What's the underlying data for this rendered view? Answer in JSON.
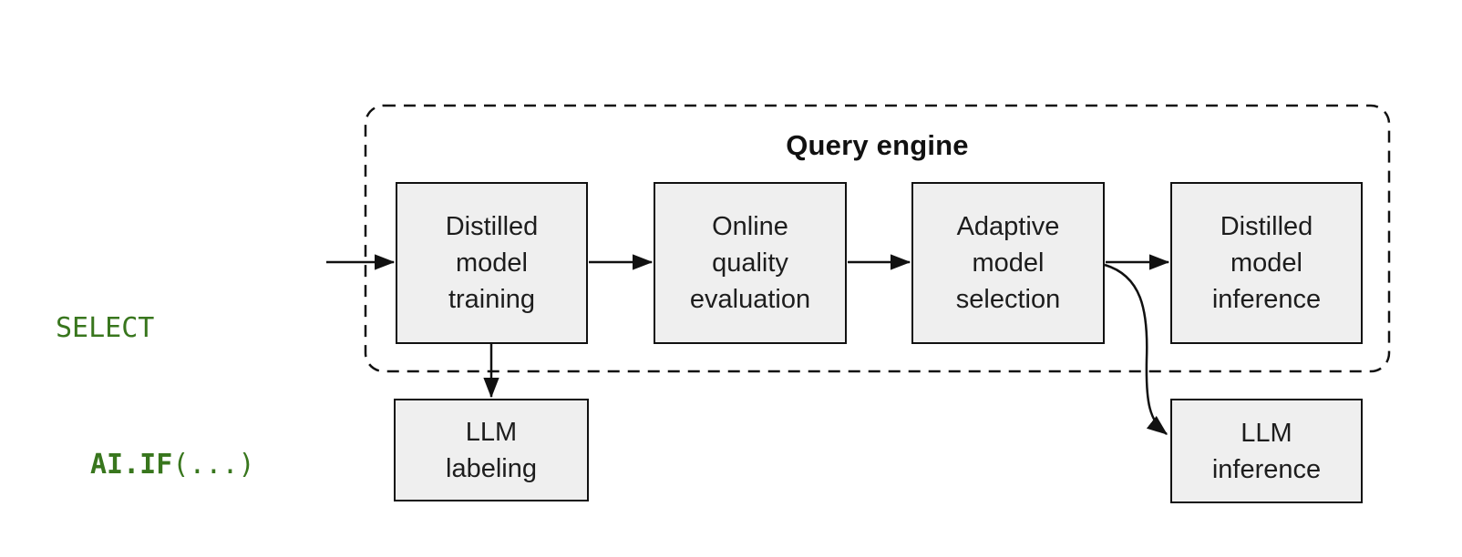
{
  "figure": {
    "query_code": {
      "line1": "SELECT",
      "function_bold": "AI.IF",
      "function_args": "(...)"
    },
    "query_engine": {
      "title": "Query engine",
      "stages": [
        {
          "id": "distilled-model-training",
          "label": "Distilled\nmodel\ntraining"
        },
        {
          "id": "online-quality-evaluation",
          "label": "Online\nquality\nevaluation"
        },
        {
          "id": "adaptive-model-selection",
          "label": "Adaptive\nmodel\nselection"
        },
        {
          "id": "distilled-model-inference",
          "label": "Distilled\nmodel\ninference"
        }
      ]
    },
    "external_nodes": [
      {
        "id": "llm-labeling",
        "label": "LLM\nlabeling"
      },
      {
        "id": "llm-inference",
        "label": "LLM\ninference"
      }
    ],
    "arrows": [
      "query-to-training",
      "training-to-evaluation",
      "evaluation-to-selection",
      "selection-to-distilled-inference",
      "training-to-llm-labeling",
      "selection-to-llm-inference"
    ],
    "colors": {
      "code_green": "#38761d",
      "node_fill": "#efefef",
      "node_border": "#111111",
      "arrow": "#111111",
      "background": "#ffffff"
    }
  }
}
